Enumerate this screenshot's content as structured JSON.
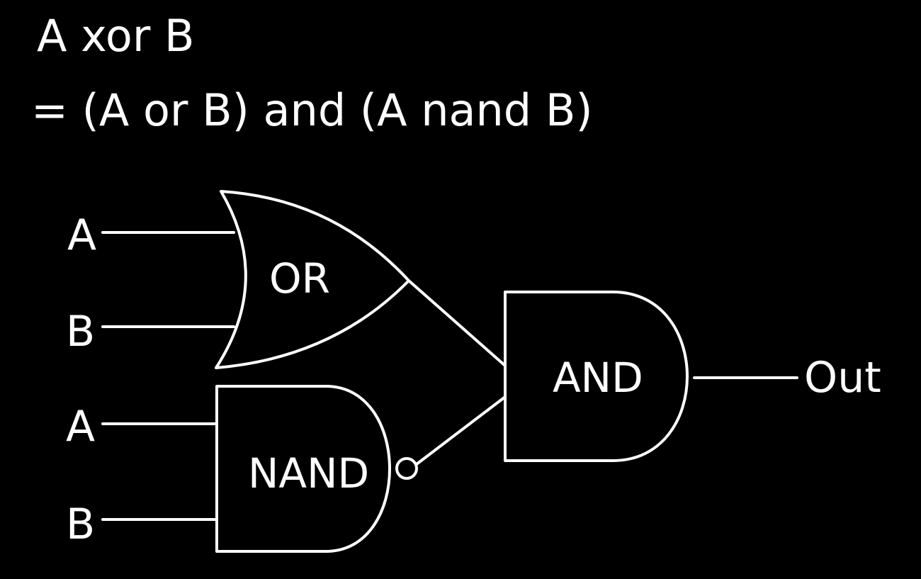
{
  "equation": {
    "line1": "A xor B",
    "line2": "= (A or B) and (A nand  B)"
  },
  "inputs": {
    "or_a": "A",
    "or_b": "B",
    "nand_a": "A",
    "nand_b": "B"
  },
  "gates": {
    "or": "OR",
    "nand": "NAND",
    "and": "AND"
  },
  "output": "Out"
}
